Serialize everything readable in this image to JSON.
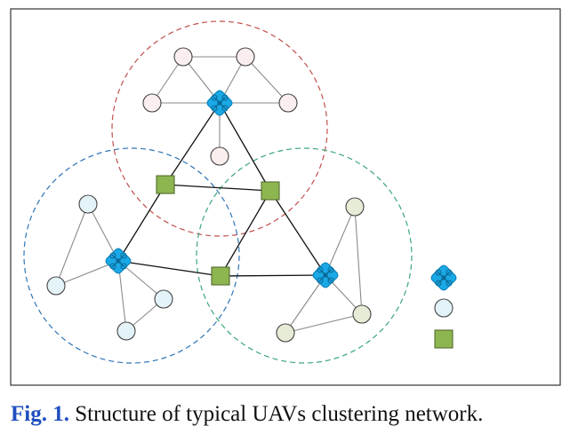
{
  "caption": {
    "label": "Fig. 1.",
    "text": "Structure of typical UAVs clustering network."
  },
  "colors": {
    "frame": "#333333",
    "cluster_top_ring": "#c0504d",
    "cluster_left_ring": "#2e75b6",
    "cluster_right_ring": "#3aa77a",
    "head_fill": "#1aa9e6",
    "member_top_fill": "#fbeeee",
    "member_left_fill": "#e3f3f8",
    "member_right_fill": "#e6ecd7",
    "gateway_fill": "#8db651",
    "gateway_stroke": "#556b2f",
    "inter_link": "#111111",
    "intra_link": "#8a8a8a",
    "caption_label": "#1f4fbf"
  },
  "diagram": {
    "clusters": [
      {
        "name": "top",
        "head": "H-top",
        "members": [
          "M-t1",
          "M-t2",
          "M-t3",
          "M-t4",
          "M-t5"
        ]
      },
      {
        "name": "left",
        "head": "H-left",
        "members": [
          "M-l1",
          "M-l2",
          "M-l3",
          "M-l4"
        ]
      },
      {
        "name": "right",
        "head": "H-right",
        "members": [
          "M-r1",
          "M-r2",
          "M-r3"
        ]
      }
    ],
    "gateways": [
      "G1",
      "G2",
      "G3"
    ],
    "legend": [
      {
        "symbol": "cluster-head"
      },
      {
        "symbol": "cluster-member"
      },
      {
        "symbol": "gateway"
      }
    ]
  }
}
